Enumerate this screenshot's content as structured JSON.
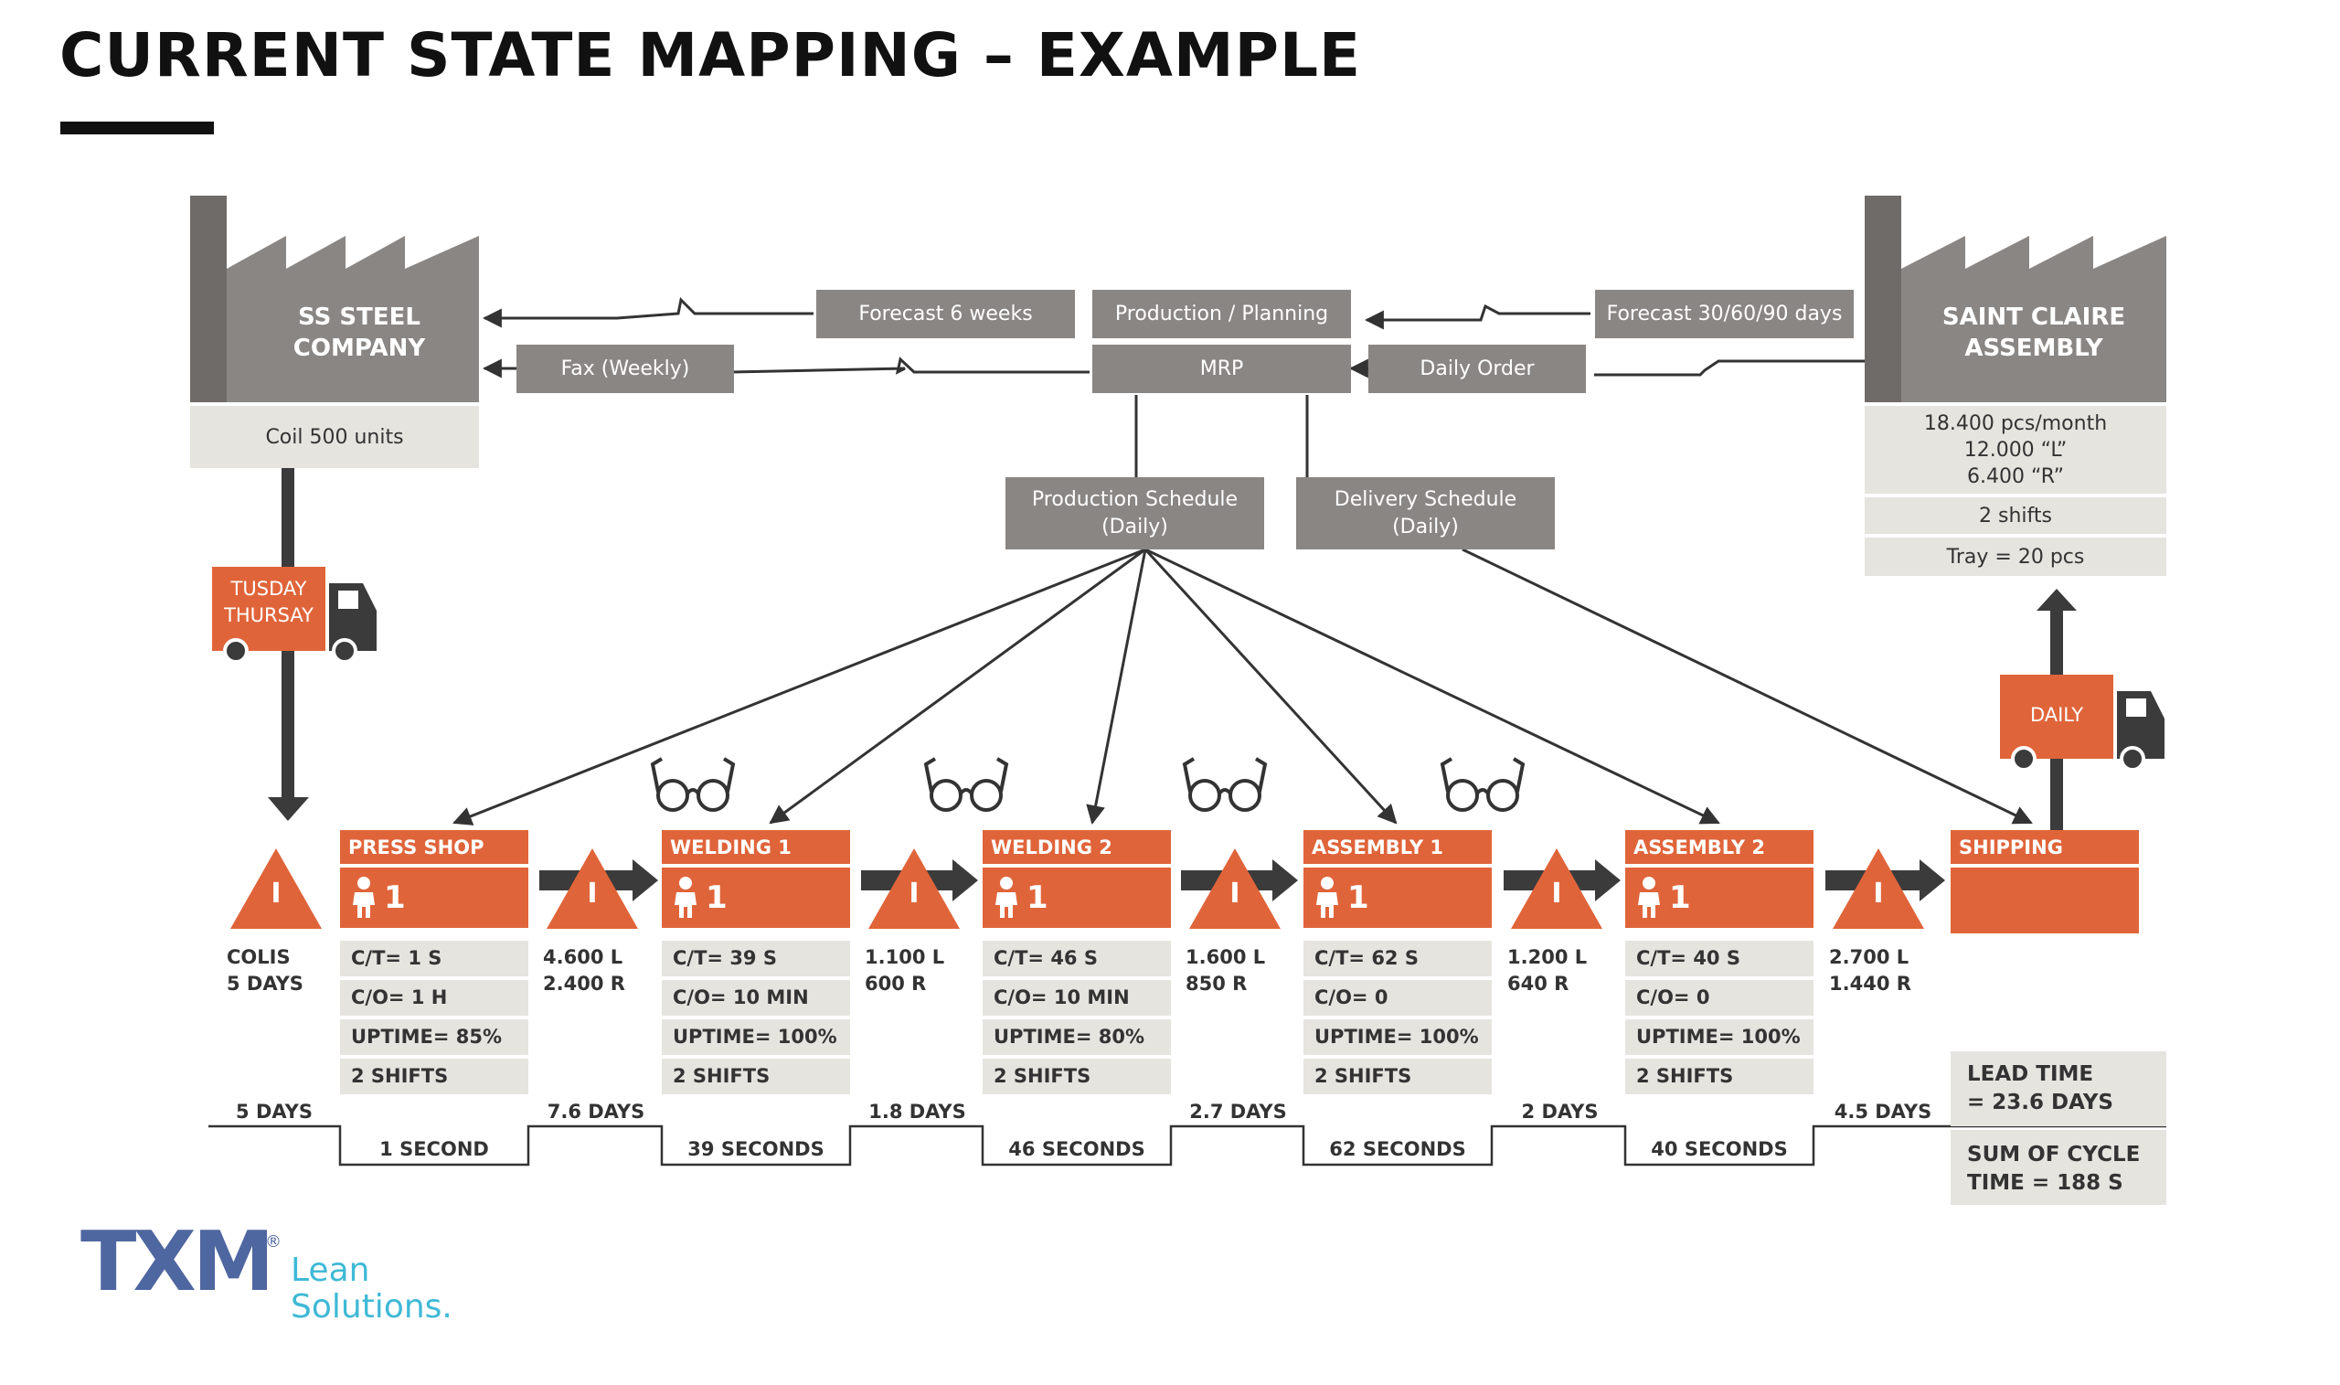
{
  "title": "CURRENT STATE MAPPING – EXAMPLE",
  "colors": {
    "accent": "#e0643a",
    "grey": "#8a8683",
    "light": "#e6e4df",
    "dark": "#3b3b3b",
    "logo_blue": "#4f67a0",
    "logo_cyan": "#3fb9d6"
  },
  "supplier": {
    "name": "SS STEEL\nCOMPANY",
    "info": "Coil 500 units"
  },
  "customer": {
    "name": "SAINT CLAIRE\nASSEMBLY",
    "info": [
      "18.400 pcs/month\n12.000 “L”\n6.400 “R”",
      "2 shifts",
      "Tray = 20 pcs"
    ]
  },
  "info_flow": {
    "forecast_supplier": "Forecast 6 weeks",
    "fax": "Fax (Weekly)",
    "planning": "Production / Planning",
    "mrp": "MRP",
    "forecast_customer": "Forecast 30/60/90 days",
    "daily_order": "Daily Order",
    "production_schedule": "Production Schedule\n(Daily)",
    "delivery_schedule": "Delivery Schedule\n(Daily)"
  },
  "trucks": {
    "inbound": "TUSDAY\nTHURSAY",
    "outbound": "DAILY"
  },
  "inventory_mark": "I",
  "inventory": [
    "COLIS\n5 DAYS",
    "4.600 L\n2.400 R",
    "1.100 L\n600 R",
    "1.600 L\n850 R",
    "1.200 L\n640 R",
    "2.700 L\n1.440 R"
  ],
  "processes": [
    {
      "name": "PRESS SHOP",
      "operators": "1",
      "data": [
        "C/T= 1 S",
        "C/O= 1 H",
        "UPTIME= 85%",
        "2 SHIFTS"
      ]
    },
    {
      "name": "WELDING 1",
      "operators": "1",
      "data": [
        "C/T= 39 S",
        "C/O= 10 MIN",
        "UPTIME= 100%",
        "2 SHIFTS"
      ]
    },
    {
      "name": "WELDING 2",
      "operators": "1",
      "data": [
        "C/T= 46 S",
        "C/O= 10 MIN",
        "UPTIME= 80%",
        "2 SHIFTS"
      ]
    },
    {
      "name": "ASSEMBLY 1",
      "operators": "1",
      "data": [
        "C/T= 62 S",
        "C/O= 0",
        "UPTIME= 100%",
        "2 SHIFTS"
      ]
    },
    {
      "name": "ASSEMBLY 2",
      "operators": "1",
      "data": [
        "C/T= 40 S",
        "C/O= 0",
        "UPTIME= 100%",
        "2 SHIFTS"
      ]
    }
  ],
  "shipping": "SHIPPING",
  "timeline": {
    "wait": [
      "5 DAYS",
      "7.6 DAYS",
      "1.8 DAYS",
      "2.7 DAYS",
      "2 DAYS",
      "4.5 DAYS"
    ],
    "process": [
      "1 SECOND",
      "39 SECONDS",
      "46 SECONDS",
      "62 SECONDS",
      "40 SECONDS"
    ]
  },
  "summary": {
    "lead": "LEAD TIME\n= 23.6 DAYS",
    "cycle": "SUM OF CYCLE\nTIME = 188 S"
  },
  "logo": {
    "brand": "TXM",
    "registered": "®",
    "tagline": "Lean\nSolutions."
  }
}
